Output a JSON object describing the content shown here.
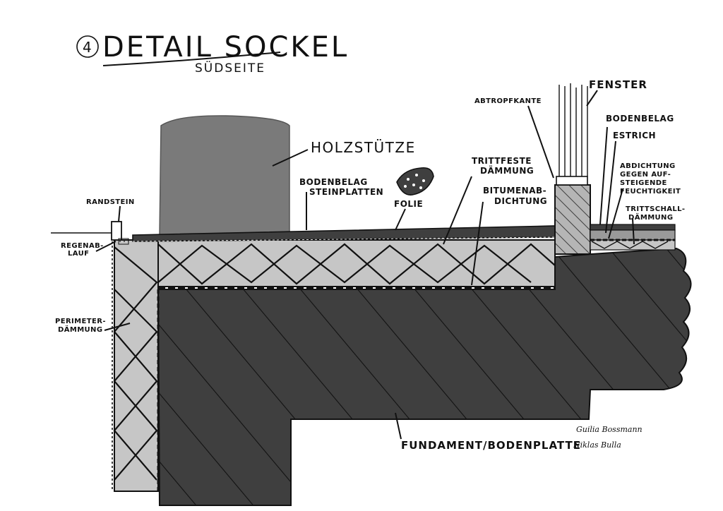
{
  "title": {
    "number": "4",
    "main": "DETAIL SOCKEL",
    "sub": "SÜDSEITE"
  },
  "labels": {
    "holzstuetze": "HOLZSTÜTZE",
    "bodenbelag_1": "BODENBELAG",
    "bodenbelag_2": "STEINPLATTEN",
    "folie": "FOLIE",
    "randstein": "RANDSTEIN",
    "regenablauf_1": "REGENAB-",
    "regenablauf_2": "LAUF",
    "perimeter_1": "PERIMETER-",
    "perimeter_2": "DÄMMUNG",
    "trittfeste_1": "TRITTFESTE",
    "trittfeste_2": "DÄMMUNG",
    "bitumen_1": "BITUMENAB-",
    "bitumen_2": "DICHTUNG",
    "abtropfkante": "ABTROPFKANTE",
    "fenster": "FENSTER",
    "bodenbelag_r": "BODENBELAG",
    "estrich": "ESTRICH",
    "abdichtung_1": "ABDICHTUNG",
    "abdichtung_2": "GEGEN AUF-",
    "abdichtung_3": "STEIGENDE",
    "abdichtung_4": "FEUCHTIGKEIT",
    "trittschall_1": "TRITTSCHALL-",
    "trittschall_2": "DÄMMUNG",
    "fundament": "FUNDAMENT/BODENPLATTE"
  },
  "authors": [
    "Guilia Bossmann",
    "Niklas Bulla"
  ],
  "colors": {
    "concrete": "#3f3f3f",
    "timber": "#7a7a7a",
    "insulation": "#c6c6c6",
    "hatch": "#111111",
    "line": "#111111",
    "paper": "#ffffff"
  }
}
